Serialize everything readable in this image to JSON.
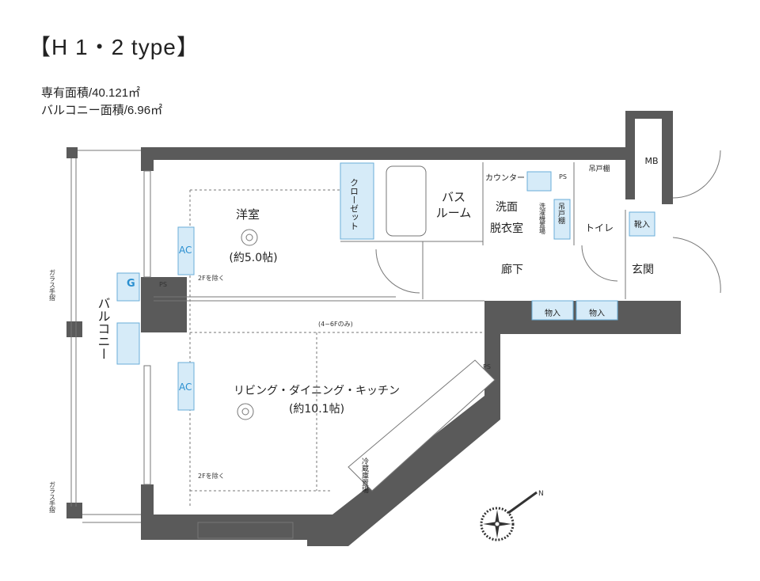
{
  "header": {
    "title": "【H 1・2 type】",
    "exclusive_area": "専有面積/40.121㎡",
    "balcony_area": "バルコニー面積/6.96㎡"
  },
  "rooms": {
    "western": "洋室",
    "western_size": "(約5.0帖)",
    "closet": "クローゼット",
    "bath_1": "バス",
    "bath_2": "ルーム",
    "wash_1": "洗面",
    "wash_2": "脱衣室",
    "counter": "カウンター",
    "laundry": "洗濯機置場",
    "hanging_cabinet": "吊戸棚",
    "toilet": "トイレ",
    "hanging_cabinet_toilet": "吊戸棚",
    "corridor": "廊下",
    "entrance": "玄関",
    "shoe_box": "靴入",
    "storage_1": "物入",
    "storage_2": "物入",
    "mb": "MB",
    "ps": "PS",
    "ldk": "リビング・ダイニング・キッチン",
    "ldk_size": "(約10.1帖)",
    "fridge": "冷蔵庫置場",
    "balcony": "バルコニー",
    "glass_rail": "ガラス手摺",
    "ac": "AC",
    "gas": "G",
    "note_floor_only": "(4~6Fのみ)",
    "note_except": "2Fを除く"
  },
  "colors": {
    "wall": "#5a5a5a",
    "fixture": "#d6ebf8",
    "accent": "#2a8fd0",
    "line": "#555555"
  },
  "icons": {
    "compass": "north-compass-icon"
  }
}
